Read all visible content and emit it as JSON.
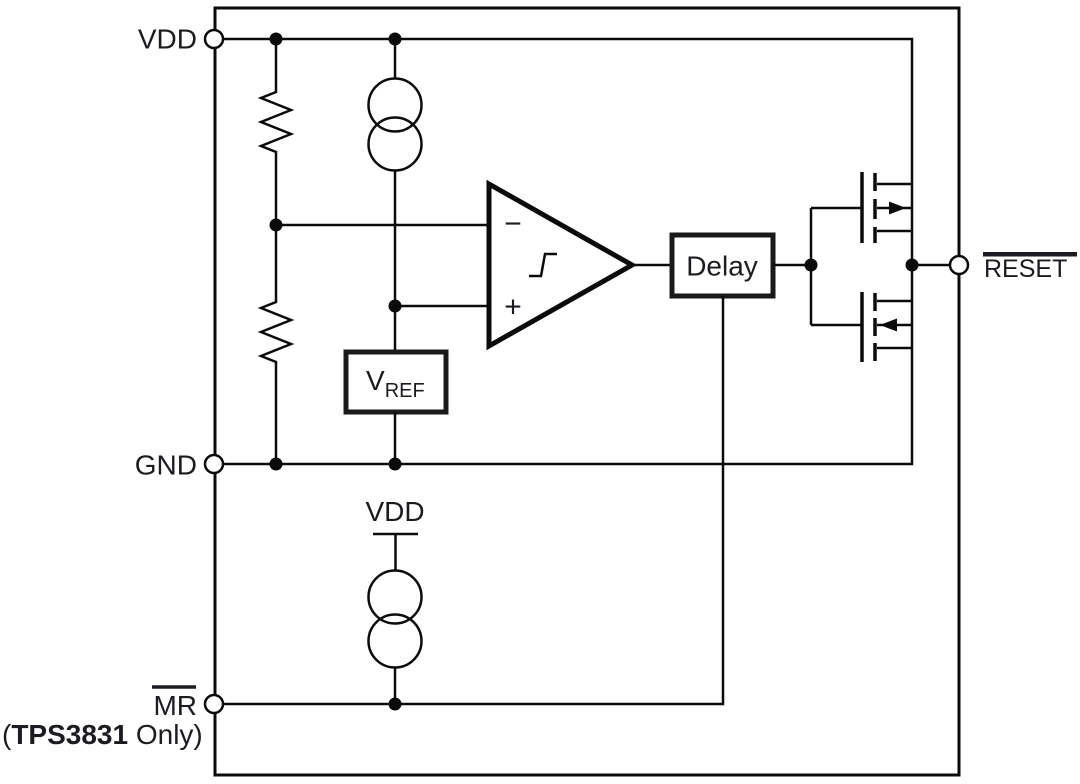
{
  "figure": {
    "kind": "functional-block-diagram",
    "colors": {
      "background": "#ffffff",
      "line": "#0b0b0b",
      "text": "#1b1b20"
    },
    "pins": {
      "vdd": {
        "label": "VDD"
      },
      "gnd": {
        "label": "GND"
      },
      "mr": {
        "label": "MR",
        "overline": true,
        "note_prefix": "(",
        "note_device": "TPS3831",
        "note_suffix": " Only)"
      },
      "reset": {
        "label": "RESET",
        "overline": true
      }
    },
    "blocks": {
      "delay": {
        "label": "Delay"
      },
      "vref": {
        "label_main": "V",
        "label_sub": "REF"
      },
      "comparator": {
        "minus": "−",
        "plus": "+"
      },
      "internal_supply": {
        "label": "VDD"
      }
    },
    "icons": {
      "comparator_hysteresis": "hysteresis-step-icon",
      "pmos_arrow": "arrow-right-icon",
      "nmos_arrow": "arrow-left-icon"
    }
  }
}
